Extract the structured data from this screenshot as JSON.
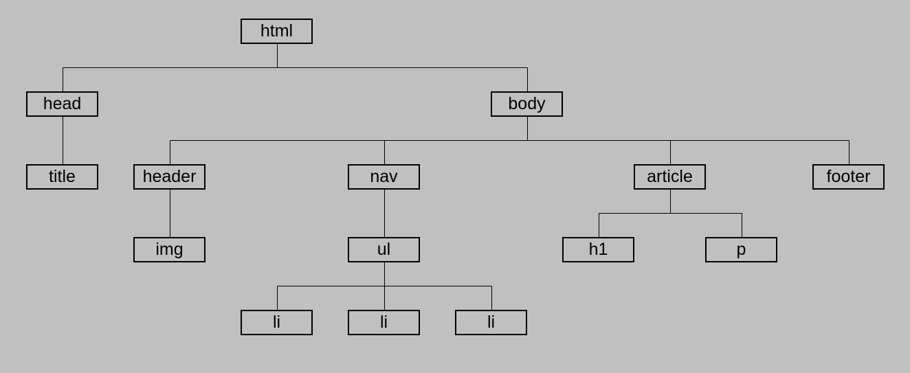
{
  "nodes": {
    "html": "html",
    "head": "head",
    "body": "body",
    "title": "title",
    "header": "header",
    "nav": "nav",
    "article": "article",
    "footer": "footer",
    "img": "img",
    "ul": "ul",
    "h1": "h1",
    "p": "p",
    "li1": "li",
    "li2": "li",
    "li3": "li"
  },
  "edges": [
    [
      "html",
      "head"
    ],
    [
      "html",
      "body"
    ],
    [
      "head",
      "title"
    ],
    [
      "body",
      "header"
    ],
    [
      "body",
      "nav"
    ],
    [
      "body",
      "article"
    ],
    [
      "body",
      "footer"
    ],
    [
      "header",
      "img"
    ],
    [
      "nav",
      "ul"
    ],
    [
      "article",
      "h1"
    ],
    [
      "article",
      "p"
    ],
    [
      "ul",
      "li1"
    ],
    [
      "ul",
      "li2"
    ],
    [
      "ul",
      "li3"
    ]
  ],
  "colors": {
    "background": "#c0c0c0",
    "line": "#000000",
    "box_border": "#000000",
    "text": "#000000"
  }
}
